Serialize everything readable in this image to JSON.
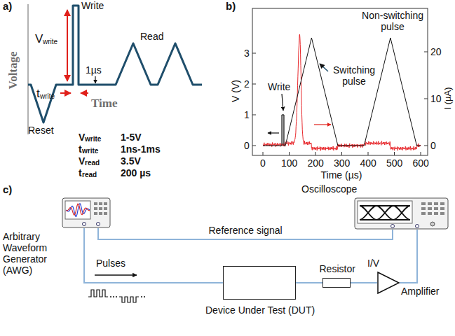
{
  "diagram": {
    "nodes": [
      {
        "text": [
          "Arbitrary Waveform Generator (AWG)"
        ]
      },
      {
        "text": [
          "Oscilloscope"
        ]
      },
      {
        "text": [
          "Device Under Test (DUT)"
        ]
      },
      {
        "text": [
          "Resistor"
        ]
      },
      {
        "text": [
          "I/V",
          "Amplifier"
        ]
      }
    ],
    "edges": [
      {
        "from": 0,
        "to": 2,
        "arrow": "none",
        "label": "Pulses"
      },
      {
        "from": 2,
        "to": 3,
        "arrow": "none"
      },
      {
        "from": 3,
        "to": 4,
        "arrow": "none"
      },
      {
        "from": 4,
        "to": 1,
        "arrow": "none"
      },
      {
        "from": 0,
        "to": 1,
        "arrow": "none",
        "label": "Reference signal"
      }
    ],
    "labels": [
      "a)",
      "Write",
      "V",
      "write",
      "1µs",
      "Read",
      "Voltage",
      "t",
      "write",
      "Time",
      "Reset",
      "V",
      "write",
      "1-5V",
      "t",
      "write",
      "1ns-1ms",
      "V",
      "read",
      "3.5V",
      "t",
      "read",
      "200 µs",
      "b)",
      "0",
      "1",
      "2",
      "3",
      "V (V)",
      "0",
      "100",
      "200",
      "300",
      "400",
      "500",
      "600",
      "Time (µs)",
      "0",
      "10",
      "20",
      "I (µA)",
      "Write",
      "Non-switching pulse",
      "Switching pulse",
      "c)"
    ]
  }
}
